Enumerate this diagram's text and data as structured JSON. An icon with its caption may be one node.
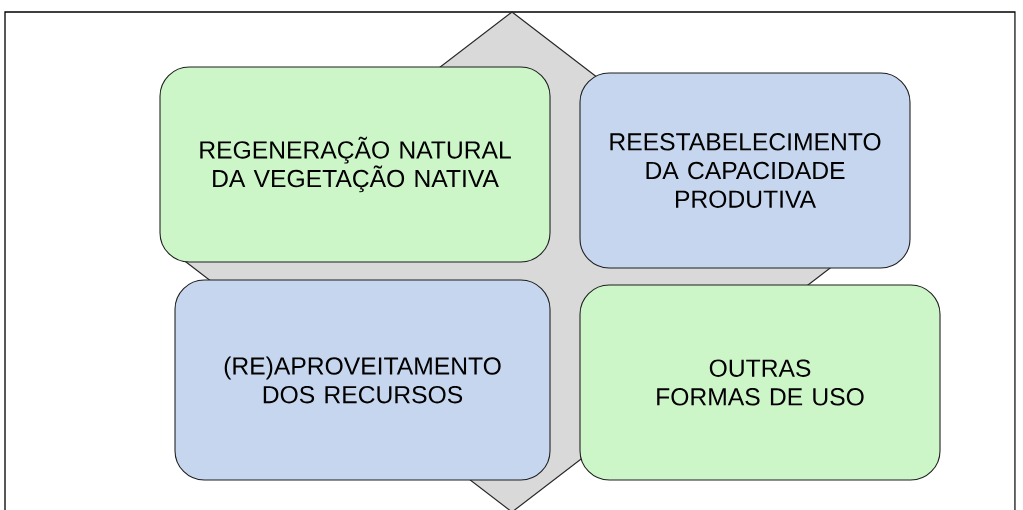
{
  "diagram": {
    "nodes": [
      {
        "text": [
          "REGENERAÇÃO NATURAL DA VEGETAÇÃO NATIVA"
        ]
      },
      {
        "text": [
          "REESTABELECIMENTO DA CAPACIDADE PRODUTIVA"
        ]
      },
      {
        "text": [
          "(RE)APROVEITAMENTO DOS RECURSOS"
        ]
      },
      {
        "text": [
          "OUTRAS FORMAS DE USO"
        ]
      }
    ]
  }
}
